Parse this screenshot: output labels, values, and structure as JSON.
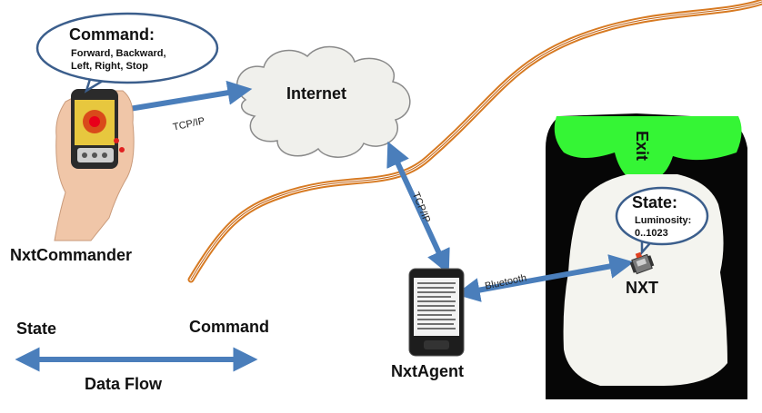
{
  "nodes": {
    "commander": {
      "label": "NxtCommander"
    },
    "internet": {
      "label": "Internet"
    },
    "agent": {
      "label": "NxtAgent"
    },
    "robot": {
      "label": "NXT"
    },
    "exit": {
      "label": "Exit"
    }
  },
  "bubbles": {
    "command": {
      "title": "Command:",
      "lines": [
        "Forward, Backward,",
        "Left, Right, Stop"
      ]
    },
    "state": {
      "title": "State:",
      "lines": [
        "Luminosity:",
        "0..1023"
      ]
    }
  },
  "links": {
    "commander_internet": "TCP/IP",
    "internet_agent": "TCP/IP",
    "agent_robot": "Bluetooth"
  },
  "legend": {
    "left": "State",
    "right": "Command",
    "caption": "Data Flow"
  },
  "colors": {
    "arrow": "#4a7ebb",
    "exit_zone": "#35f535",
    "maze_wall": "#060606",
    "maze_floor": "#f4f4ef",
    "cable": "#d77a22",
    "bubble_border": "#3b5e8c",
    "cloud": "#f0f0ec"
  }
}
